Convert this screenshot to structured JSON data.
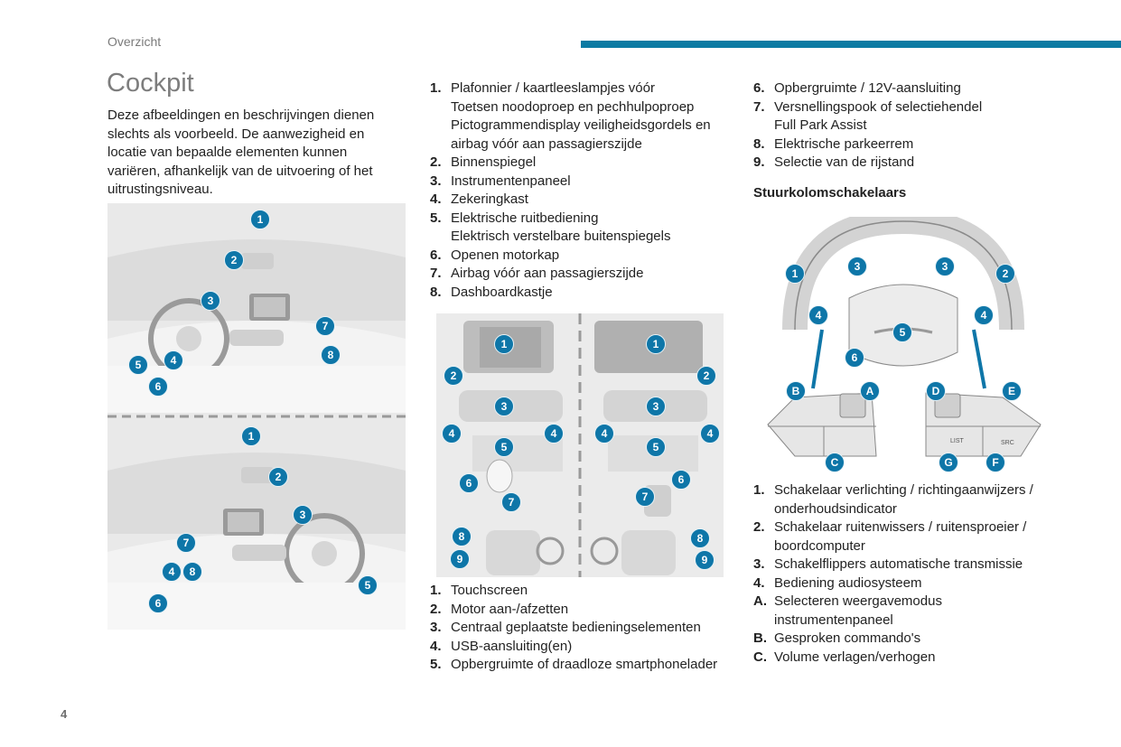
{
  "header": {
    "section_label": "Overzicht",
    "accent_color": "#0b7aa3"
  },
  "page": {
    "title": "Cockpit",
    "intro": "Deze afbeeldingen en beschrijvingen dienen slechts als voorbeeld. De aanwezigheid en locatie van bepaalde elementen kunnen variëren, afhankelijk van de uitvoering of het uitrustingsniveau.",
    "page_number": "4"
  },
  "figures": {
    "cockpit_lhd_badges": [
      "1",
      "2",
      "3",
      "4",
      "5",
      "6",
      "7",
      "8"
    ],
    "cockpit_rhd_badges": [
      "1",
      "2",
      "3",
      "4",
      "8",
      "5",
      "6",
      "7"
    ],
    "console_badges_left": [
      "1",
      "2",
      "3",
      "4",
      "4",
      "5",
      "6",
      "7",
      "8",
      "9"
    ],
    "console_badges_right": [
      "1",
      "2",
      "3",
      "4",
      "4",
      "5",
      "6",
      "7",
      "8",
      "9"
    ],
    "steering_badges": [
      "1",
      "2",
      "3",
      "3",
      "4",
      "4",
      "5",
      "6",
      "A",
      "B",
      "C",
      "D",
      "E",
      "F",
      "G"
    ],
    "steering_button_labels": [
      "LIST",
      "SRC"
    ],
    "badge_color": "#0e76a8"
  },
  "cockpit_list": [
    {
      "num": "1.",
      "text": "Plafonnier / kaartleeslampjes vóór"
    },
    {
      "num": "",
      "text": "Toetsen noodoproep en pechhulpoproep"
    },
    {
      "num": "",
      "text": "Pictogrammendisplay veiligheidsgordels en airbag vóór aan passagierszijde"
    },
    {
      "num": "2.",
      "text": "Binnenspiegel"
    },
    {
      "num": "3.",
      "text": "Instrumentenpaneel"
    },
    {
      "num": "4.",
      "text": "Zekeringkast"
    },
    {
      "num": "5.",
      "text": "Elektrische ruitbediening"
    },
    {
      "num": "",
      "text": "Elektrisch verstelbare buitenspiegels"
    },
    {
      "num": "6.",
      "text": "Openen motorkap"
    },
    {
      "num": "7.",
      "text": "Airbag vóór aan passagierszijde"
    },
    {
      "num": "8.",
      "text": "Dashboardkastje"
    }
  ],
  "console_list": [
    {
      "num": "1.",
      "text": "Touchscreen"
    },
    {
      "num": "2.",
      "text": "Motor aan-/afzetten"
    },
    {
      "num": "3.",
      "text": "Centraal geplaatste bedieningselementen"
    },
    {
      "num": "4.",
      "text": "USB-aansluiting(en)"
    },
    {
      "num": "5.",
      "text": "Opbergruimte of draadloze smartphonelader"
    }
  ],
  "console_list_cont": [
    {
      "num": "6.",
      "text": "Opbergruimte / 12V-aansluiting"
    },
    {
      "num": "7.",
      "text": "Versnellingspook of selectiehendel"
    },
    {
      "num": "",
      "text": "Full Park Assist"
    },
    {
      "num": "8.",
      "text": "Elektrische parkeerrem"
    },
    {
      "num": "9.",
      "text": "Selectie van de rijstand"
    }
  ],
  "steering": {
    "heading": "Stuurkolomschakelaars",
    "items": [
      {
        "num": "1.",
        "text": "Schakelaar verlichting / richtingaanwijzers / onderhoudsindicator"
      },
      {
        "num": "2.",
        "text": "Schakelaar ruitenwissers / ruitensproeier / boordcomputer"
      },
      {
        "num": "3.",
        "text": "Schakelflippers automatische transmissie"
      },
      {
        "num": "4.",
        "text": "Bediening audiosysteem"
      },
      {
        "num": "A.",
        "text": "Selecteren weergavemodus instrumentenpaneel"
      },
      {
        "num": "B.",
        "text": "Gesproken commando's"
      },
      {
        "num": "C.",
        "text": "Volume verlagen/verhogen"
      }
    ]
  }
}
